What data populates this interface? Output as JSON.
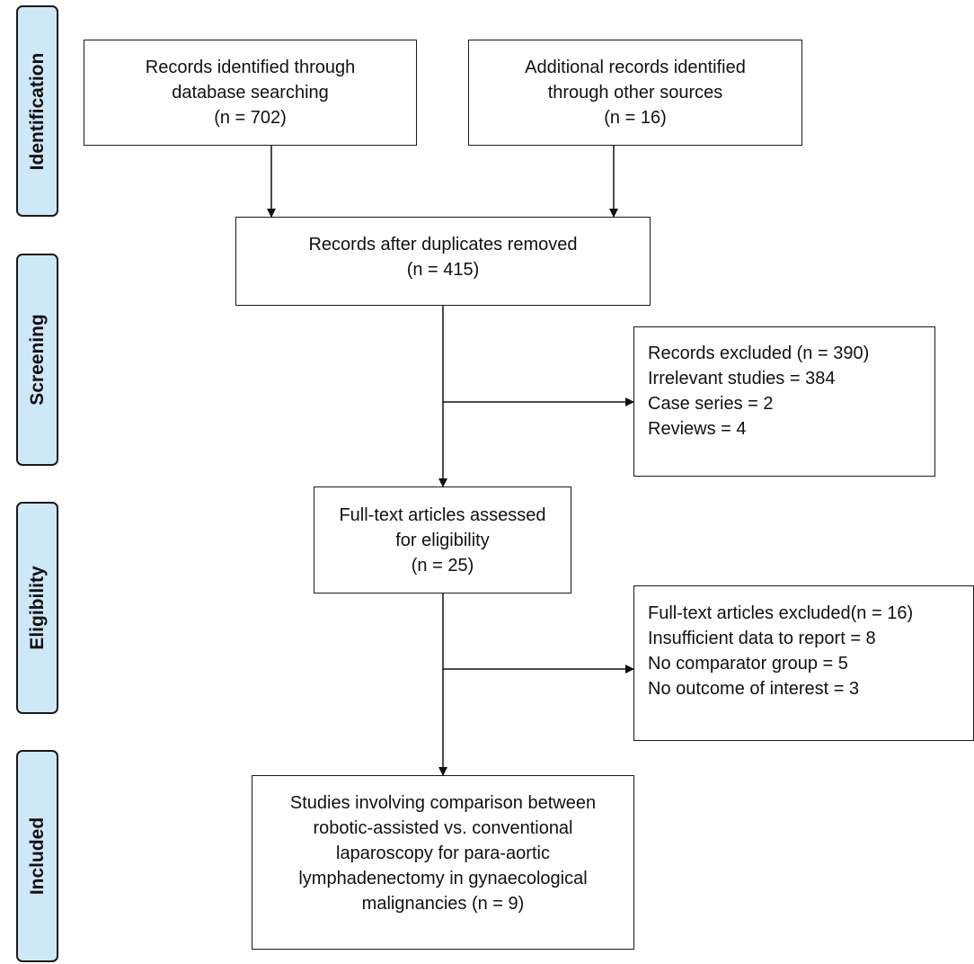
{
  "stages": {
    "identification": "Identification",
    "screening": "Screening",
    "eligibility": "Eligibility",
    "included": "Included"
  },
  "boxes": {
    "database": {
      "line1": "Records identified through",
      "line2": "database searching",
      "line3": "(n = 702)"
    },
    "other_sources": {
      "line1": "Additional records identified",
      "line2": "through other sources",
      "line3": "(n = 16)"
    },
    "after_duplicates": {
      "line1": "Records after duplicates removed",
      "line2": "(n = 415)"
    },
    "records_excluded": {
      "line1": "Records excluded (n = 390)",
      "line2": "Irrelevant studies = 384",
      "line3": "Case series = 2",
      "line4": "Reviews = 4"
    },
    "full_text_assessed": {
      "line1": "Full-text articles assessed",
      "line2": "for eligibility",
      "line3": "(n =  25)"
    },
    "full_text_excluded": {
      "line1": "Full-text articles excluded(n = 16)",
      "line2": "Insufficient data to report = 8",
      "line3": "No comparator group = 5",
      "line4": "No outcome of interest = 3"
    },
    "included_studies": {
      "line1": "Studies involving comparison between",
      "line2": "robotic-assisted vs. conventional",
      "line3": "laparoscopy for para-aortic",
      "line4": "lymphadenectomy in gynaecological",
      "line5": "malignancies (n = 9)"
    }
  }
}
